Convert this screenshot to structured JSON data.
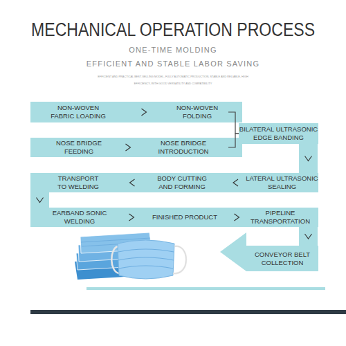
{
  "diagram": {
    "title": "MECHANICAL OPERATION PROCESS",
    "nodes": [
      {
        "text": [
          "NON-WOVEN FABRIC LOADING"
        ]
      },
      {
        "text": [
          "NON-WOVEN FOLDING"
        ]
      },
      {
        "text": [
          "BILATERAL ULTRASONIC EDGE BANDING"
        ]
      },
      {
        "text": [
          "NOSE BRIDGE FEEDING"
        ]
      },
      {
        "text": [
          "NOSE BRIDGE INTRODUCTION"
        ]
      },
      {
        "text": [
          "TRANSPORT TO WELDING"
        ]
      },
      {
        "text": [
          "BODY CUTTING AND FORMING"
        ]
      },
      {
        "text": [
          "LATERAL ULTRASONIC SEALING"
        ]
      },
      {
        "text": [
          "EARBAND SONIC WELDING"
        ]
      },
      {
        "text": [
          "FINISHED PRODUCT"
        ]
      },
      {
        "text": [
          "PIPELINE TRANSPORTATION"
        ]
      },
      {
        "text": [
          "CONVEYOR BELT COLLECTION"
        ]
      }
    ],
    "edges": [
      {
        "from": 0,
        "to": 1,
        "arrow": "to"
      },
      {
        "from": 1,
        "to": 2,
        "arrow": "none"
      },
      {
        "from": 3,
        "to": 4,
        "arrow": "to"
      },
      {
        "from": 4,
        "to": 2,
        "arrow": "none"
      },
      {
        "from": 2,
        "to": 7,
        "arrow": "to"
      },
      {
        "from": 7,
        "to": 6,
        "arrow": "to"
      },
      {
        "from": 6,
        "to": 5,
        "arrow": "to"
      },
      {
        "from": 5,
        "to": 8,
        "arrow": "to"
      },
      {
        "from": 8,
        "to": 9,
        "arrow": "to"
      },
      {
        "from": 9,
        "to": 10,
        "arrow": "to"
      },
      {
        "from": 10,
        "to": 11,
        "arrow": "to"
      }
    ],
    "labels": [
      "ONE-TIME MOLDING",
      "EFFICIENT AND STABLE LABOR SAVING",
      "EFFICIENT AND PRACTICAL BEST-SELLING MODEL, FULLY AUTOMATIC PRODUCTION, STABLE AND RELIABLE, HIGH EFFICIENCY, WITH GOOD VERSATILITY AND COMPATIBILITY"
    ]
  }
}
